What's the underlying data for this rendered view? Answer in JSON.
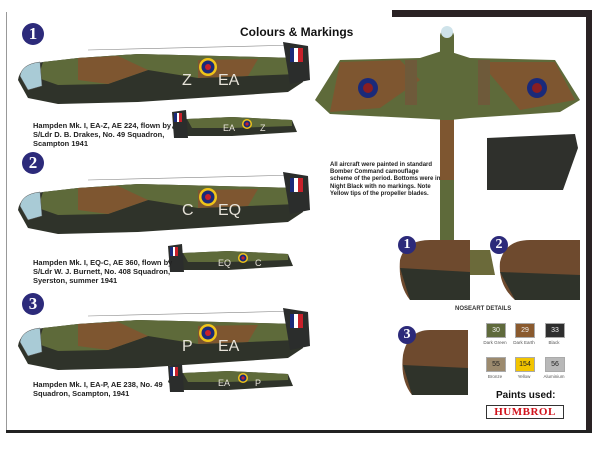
{
  "title": "Colours & Markings",
  "profiles": [
    {
      "number": "1",
      "code_left": "Z",
      "code_right": "EA",
      "small_left": "EA",
      "small_right": "Z",
      "caption": [
        "Hampden Mk. I, EA-Z, AE 224, flown by",
        "S/Ldr D. B. Drakes, No. 49 Squadron,",
        "Scampton 1941"
      ]
    },
    {
      "number": "2",
      "code_left": "C",
      "code_right": "EQ",
      "small_left": "EQ",
      "small_right": "C",
      "caption": [
        "Hampden Mk. I, EQ-C, AE 360, flown by",
        "S/Ldr W. J. Burnett, No. 408 Squadron,",
        "Syerston, summer 1941"
      ]
    },
    {
      "number": "3",
      "code_left": "P",
      "code_right": "EA",
      "small_left": "EA",
      "small_right": "P",
      "caption": [
        "Hampden Mk. I, EA-P, AE 238, No. 49",
        "Squadron, Scampton, 1941"
      ]
    }
  ],
  "note": "All aircraft were painted in standard Bomber Command camouflage scheme of the period. Bottoms were in Night Black with no markings. Note Yellow tips of the propeller blades.",
  "noseart": {
    "title": "NOSEART DETAILS",
    "numbers": [
      "1",
      "2",
      "3"
    ]
  },
  "paints": [
    {
      "code": "30",
      "name": "Dark Green",
      "color": "#5f6a3c"
    },
    {
      "code": "29",
      "name": "Dark Earth",
      "color": "#8a5a2e"
    },
    {
      "code": "33",
      "name": "Black",
      "color": "#2e2e2e"
    },
    {
      "code": "55",
      "name": "Bronze",
      "color": "#9c8a6e"
    },
    {
      "code": "154",
      "name": "Yellow",
      "color": "#f2c400"
    },
    {
      "code": "56",
      "name": "Aluminium",
      "color": "#b8b8b8"
    }
  ],
  "paints_used": "Paints used:",
  "brand": "HUMBROL"
}
